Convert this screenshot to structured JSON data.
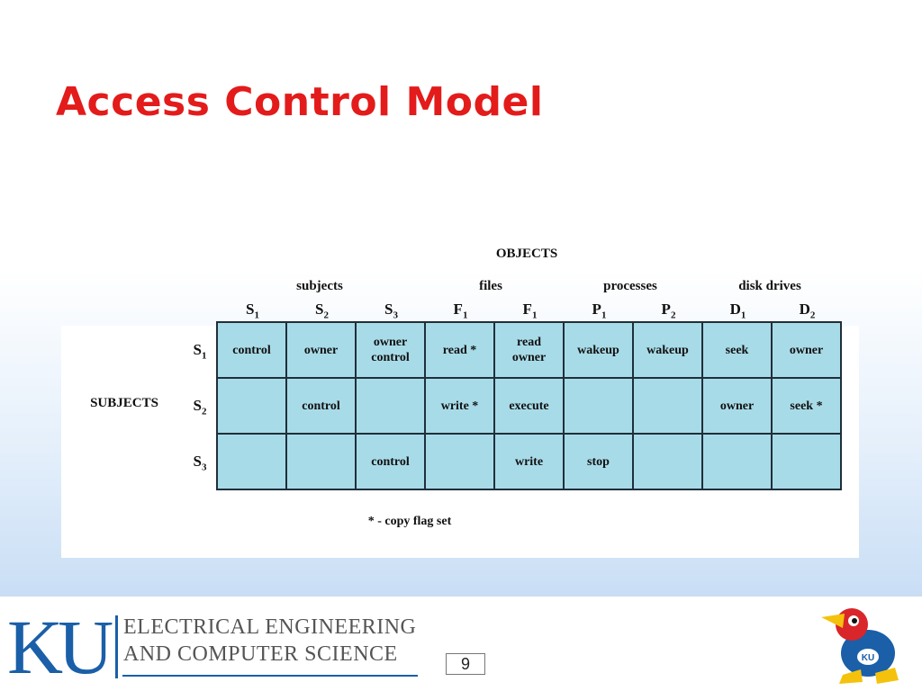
{
  "slide": {
    "title": "Access Control Model",
    "page_number": "9"
  },
  "figure": {
    "objects_title": "OBJECTS",
    "subjects_label": "SUBJECTS",
    "groups": {
      "subjects": "subjects",
      "files": "files",
      "processes": "processes",
      "disk_drives": "disk drives"
    },
    "columns": [
      {
        "base": "S",
        "sub": "1"
      },
      {
        "base": "S",
        "sub": "2"
      },
      {
        "base": "S",
        "sub": "3"
      },
      {
        "base": "F",
        "sub": "1"
      },
      {
        "base": "F",
        "sub": "1"
      },
      {
        "base": "P",
        "sub": "1"
      },
      {
        "base": "P",
        "sub": "2"
      },
      {
        "base": "D",
        "sub": "1"
      },
      {
        "base": "D",
        "sub": "2"
      }
    ],
    "rows": [
      {
        "base": "S",
        "sub": "1",
        "cells": [
          "control",
          "owner",
          "owner\ncontrol",
          "read *",
          "read\nowner",
          "wakeup",
          "wakeup",
          "seek",
          "owner"
        ]
      },
      {
        "base": "S",
        "sub": "2",
        "cells": [
          "",
          "control",
          "",
          "write *",
          "execute",
          "",
          "",
          "owner",
          "seek *"
        ]
      },
      {
        "base": "S",
        "sub": "3",
        "cells": [
          "",
          "",
          "control",
          "",
          "write",
          "stop",
          "",
          "",
          ""
        ]
      }
    ],
    "footnote": "* - copy flag set"
  },
  "footer": {
    "logo_text": "KU",
    "department_line1": "ELECTRICAL ENGINEERING",
    "department_line2": "AND COMPUTER SCIENCE",
    "mascot_badge": "KU"
  },
  "colors": {
    "title": "#e31b1b",
    "cell_fill": "#a8dbe8",
    "ku_blue": "#1a5fa8"
  }
}
